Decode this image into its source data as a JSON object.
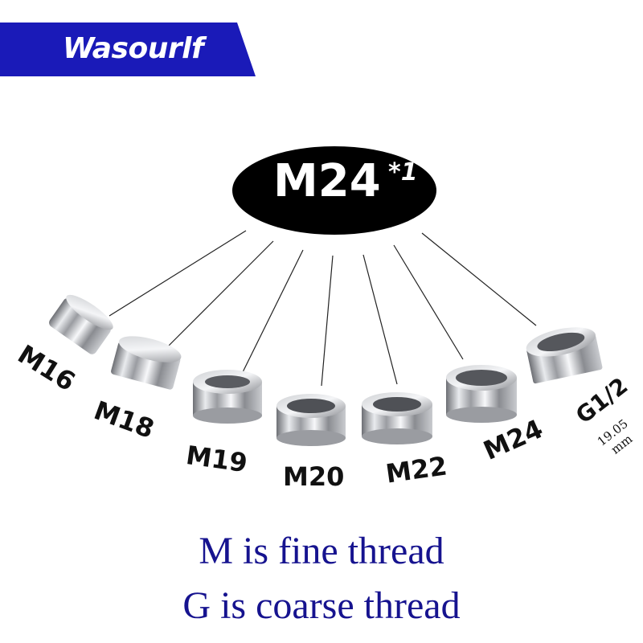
{
  "brand": {
    "name": "Wasourlf",
    "banner_color": "#1a1ab8"
  },
  "spec": {
    "main": "M24",
    "superscript": "*1"
  },
  "adapters": [
    {
      "label": "M16"
    },
    {
      "label": "M18"
    },
    {
      "label": "M19"
    },
    {
      "label": "M20"
    },
    {
      "label": "M22"
    },
    {
      "label": "M24"
    },
    {
      "label": "G1/2",
      "sub_value": "19.05",
      "sub_unit": "mm"
    }
  ],
  "captions": {
    "line1": "M is fine thread",
    "line2": "G is coarse thread",
    "color": "#16138f"
  }
}
